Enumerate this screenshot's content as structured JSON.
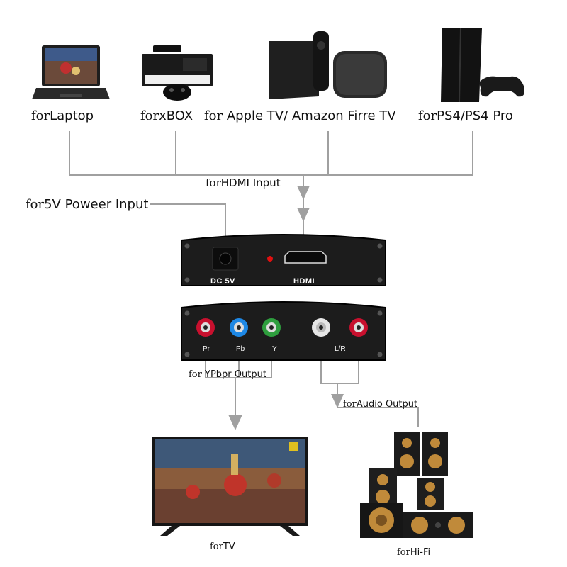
{
  "sources": {
    "laptop": {
      "prefix": "for",
      "label": "Laptop"
    },
    "xbox": {
      "prefix": "for",
      "label": "xBOX"
    },
    "apple_tv": {
      "prefix": "for",
      "label": "Apple TV/ Amazon Firre TV"
    },
    "ps4": {
      "prefix": "for",
      "label": "PS4/PS4 Pro"
    }
  },
  "inputs": {
    "hdmi": {
      "prefix": "for",
      "label": "HDMI Input"
    },
    "power": {
      "prefix": "for",
      "label": "5V Poweer Input"
    }
  },
  "converter": {
    "front": {
      "dc_label": "DC 5V",
      "hdmi_label": "HDMI"
    },
    "back": {
      "pr_label": "Pr",
      "pb_label": "Pb",
      "y_label": "Y",
      "lr_label": "L/R"
    }
  },
  "outputs": {
    "ypbpr": {
      "prefix": "for",
      "label": "YPbpr Output"
    },
    "audio": {
      "prefix": "for",
      "label": "Audio Output"
    }
  },
  "destinations": {
    "tv": {
      "prefix": "for",
      "label": "TV"
    },
    "hifi": {
      "prefix": "for",
      "label": "Hi-Fi"
    }
  },
  "colors": {
    "wire": "#a0a0a0",
    "device": "#1c1c1c",
    "jack_red": "#c8102e",
    "jack_blue": "#1e88e5",
    "jack_green": "#2e9e3e",
    "jack_white": "#e6e6e6",
    "led": "#e01010"
  }
}
